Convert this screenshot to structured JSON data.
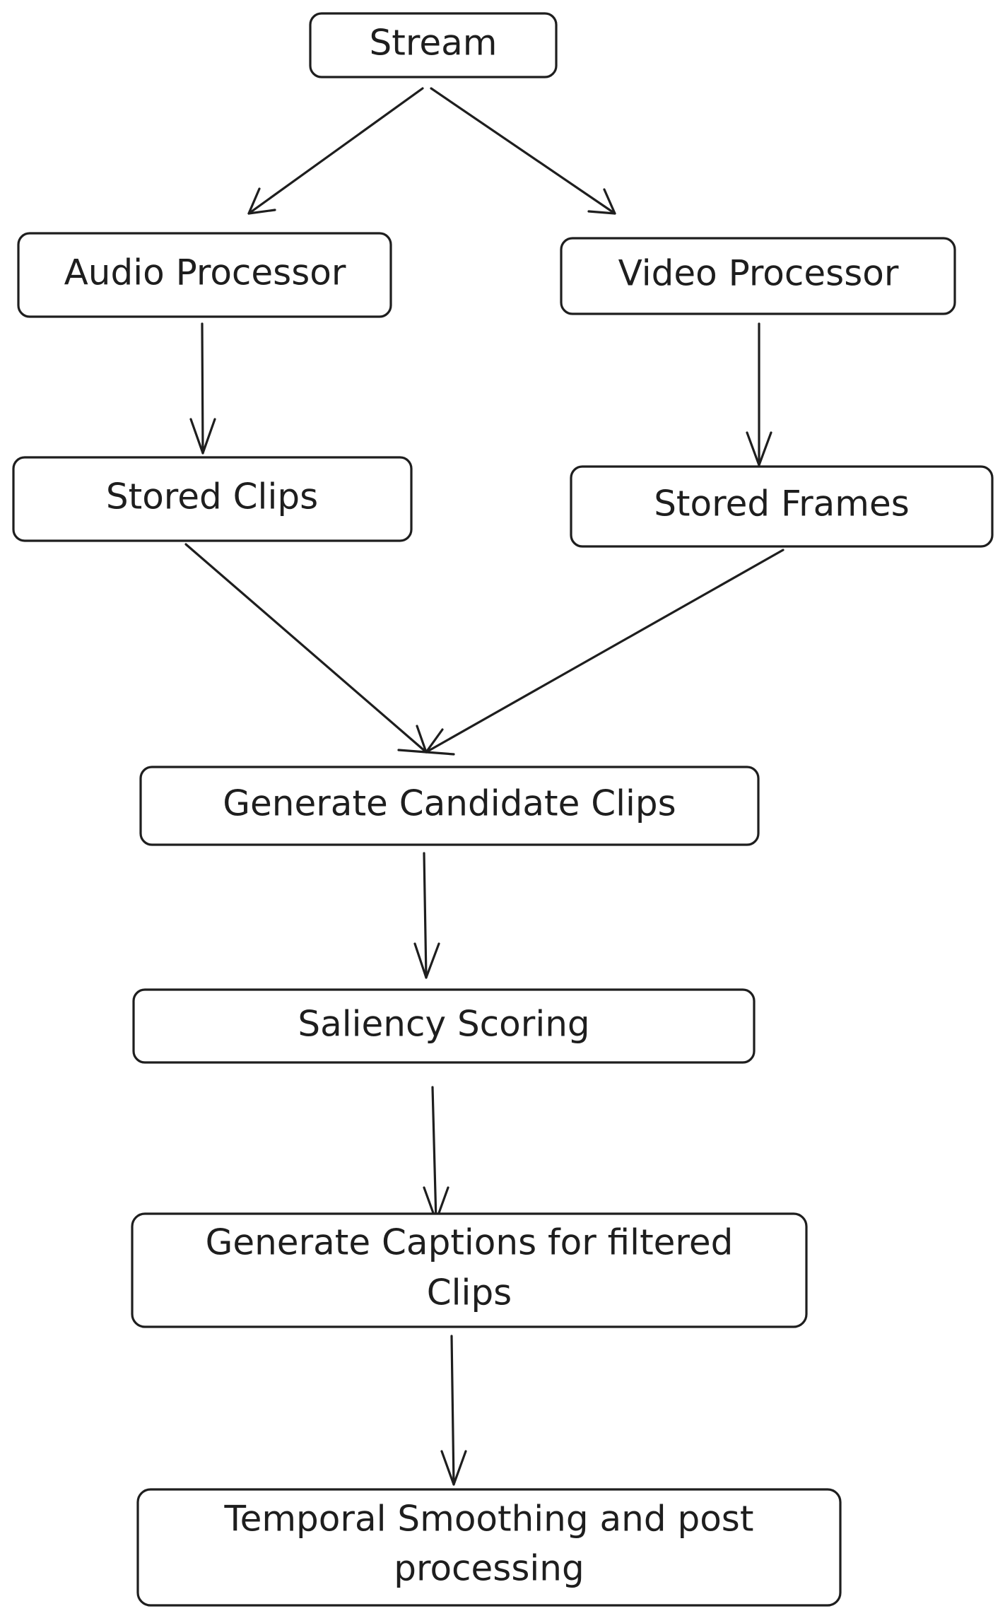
{
  "diagram": {
    "nodes": {
      "stream": {
        "label": "Stream"
      },
      "audio_processor": {
        "label": "Audio Processor"
      },
      "video_processor": {
        "label": "Video Processor"
      },
      "stored_clips": {
        "label": "Stored Clips"
      },
      "stored_frames": {
        "label": "Stored Frames"
      },
      "generate_candidate_clips": {
        "label": "Generate Candidate Clips"
      },
      "saliency_scoring": {
        "label": "Saliency Scoring"
      },
      "generate_captions": {
        "line1": "Generate Captions for filtered",
        "line2": "Clips"
      },
      "temporal_smoothing": {
        "line1": "Temporal Smoothing and post",
        "line2": "processing"
      }
    },
    "edges": [
      {
        "from": "Stream",
        "to": "Audio Processor"
      },
      {
        "from": "Stream",
        "to": "Video Processor"
      },
      {
        "from": "Audio Processor",
        "to": "Stored Clips"
      },
      {
        "from": "Video Processor",
        "to": "Stored Frames"
      },
      {
        "from": "Stored Clips",
        "to": "Generate Candidate Clips"
      },
      {
        "from": "Stored Frames",
        "to": "Generate Candidate Clips"
      },
      {
        "from": "Generate Candidate Clips",
        "to": "Saliency Scoring"
      },
      {
        "from": "Saliency Scoring",
        "to": "Generate Captions for filtered Clips"
      },
      {
        "from": "Generate Captions for filtered Clips",
        "to": "Temporal Smoothing and post processing"
      }
    ],
    "colors": {
      "stroke": "#1e1e1e",
      "background": "#ffffff"
    }
  }
}
